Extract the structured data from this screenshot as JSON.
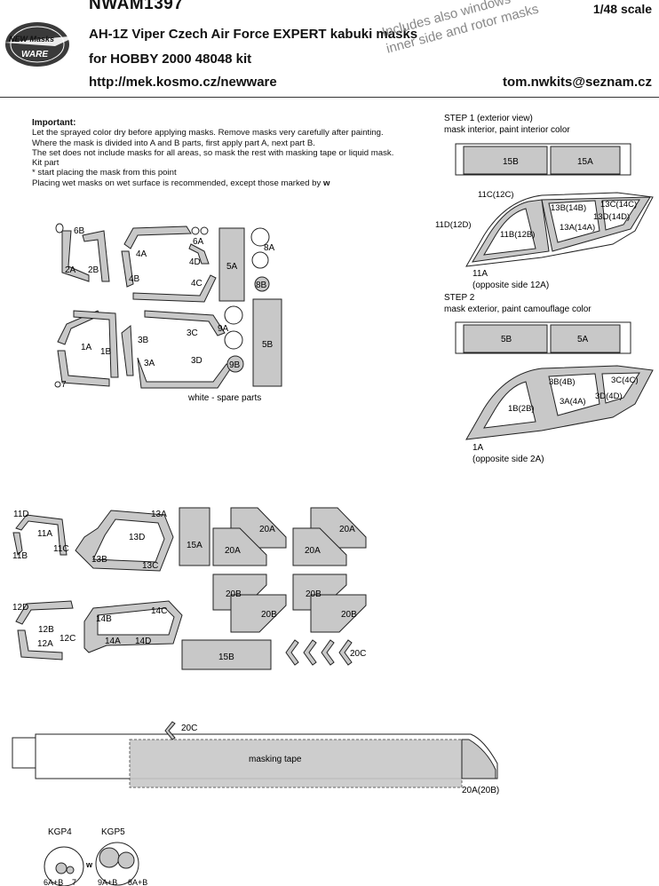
{
  "header": {
    "code": "NWAM1397",
    "scale": "1/48 scale",
    "title": "AH-1Z Viper Czech Air Force EXPERT kabuki masks",
    "kit": "for HOBBY 2000 48048 kit",
    "url": "http://mek.kosmo.cz/newware",
    "email": "tom.nwkits@seznam.cz",
    "note_line1": "Includes also windows",
    "note_line2": "inner side and rotor masks",
    "logo_top": "NEW Masks",
    "logo_bottom": "WARE"
  },
  "important": {
    "heading": "Important:",
    "lines": [
      "Let the sprayed color dry before applying masks. Remove masks very carefully after painting.",
      "Where the mask is divided into A and B parts, first apply part A, next part B.",
      "The set does not include masks for all areas, so mask the rest with masking tape or liquid mask.",
      "Kit part",
      "* start placing the mask from this point",
      "Placing wet masks on wet surface is recommended, except those marked by"
    ]
  },
  "steps": {
    "step1_title": "STEP 1 (exterior view)",
    "step1_sub": "mask interior, paint interior color",
    "step2_title": "STEP 2",
    "step2_sub": "mask exterior, paint camouflage color",
    "s1": {
      "b15": "15B",
      "a15": "15A",
      "l11c": "11C(12C)",
      "l11d": "11D(12D)",
      "l13b": "13B(14B)",
      "l13c": "13C(14C)",
      "l13d": "13D(14D)",
      "l13a": "13A(14A)",
      "l11b": "11B(12B)",
      "l11a": "11A",
      "l11a_note": "(opposite side 12A)"
    },
    "s2": {
      "b5": "5B",
      "a5": "5A",
      "l3b": "3B(4B)",
      "l3c": "3C(4C)",
      "l3d": "3D(4D)",
      "l3a": "3A(4A)",
      "l1b": "1B(2B)",
      "l1a": "1A",
      "l1a_note": "(opposite side 2A)"
    }
  },
  "sheet1": {
    "labels": {
      "6B": "6B",
      "2A": "2A",
      "2B": "2B",
      "4A": "4A",
      "4B": "4B",
      "4D": "4D",
      "4C": "4C",
      "6A": "6A",
      "5A": "5A",
      "8A": "8A",
      "8B": "8B",
      "1A": "1A",
      "1B": "1B",
      "3B": "3B",
      "3C": "3C",
      "3A": "3A",
      "3D": "3D",
      "9A": "9A",
      "9B": "9B",
      "7": "7",
      "5B": "5B"
    },
    "spare": "white - spare parts"
  },
  "sheet2": {
    "labels": {
      "11D": "11D",
      "11A": "11A",
      "11C": "11C",
      "11B": "11B",
      "13A": "13A",
      "13D": "13D",
      "13B": "13B",
      "13C": "13C",
      "15A": "15A",
      "20A_1": "20A",
      "20A_2": "20A",
      "20A_3": "20A",
      "20A_4": "20A",
      "20B_1": "20B",
      "20B_2": "20B",
      "20B_3": "20B",
      "20B_4": "20B",
      "12D": "12D",
      "12B": "12B",
      "12A": "12A",
      "12C": "12C",
      "14B": "14B",
      "14C": "14C",
      "14A": "14A",
      "14D": "14D",
      "15B": "15B",
      "20C": "20C"
    }
  },
  "rotor": {
    "c20": "20C",
    "tape": "masking tape",
    "a20": "20A(20B)"
  },
  "kitparts": {
    "kgp4": "KGP4",
    "kgp5": "KGP5",
    "l1": "6A+B",
    "l2": "7",
    "l3": "9A+B",
    "l4": "8A+B"
  },
  "colors": {
    "mask": "#c8c8c8",
    "outline": "#222222",
    "note": "#888888"
  }
}
